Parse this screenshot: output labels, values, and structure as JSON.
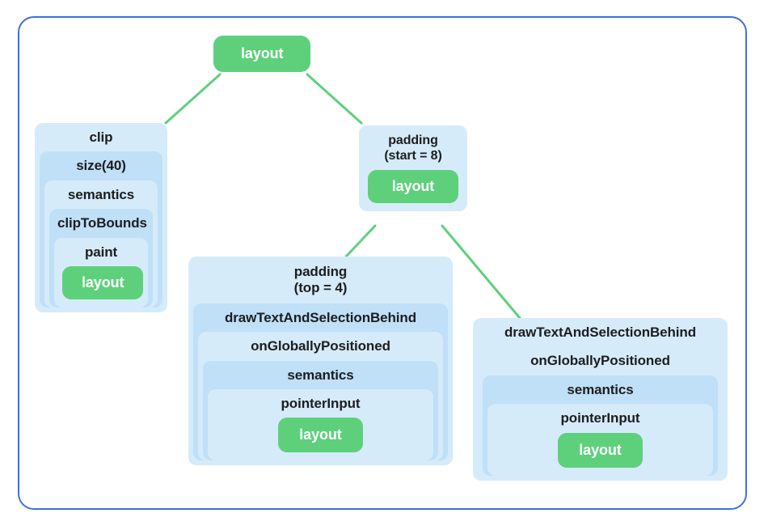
{
  "diagram": {
    "type": "modifier-chain-tree",
    "frame_color": "#3f6fe0",
    "chip_color": "#5ed07c",
    "box_color_light": "#d5ebfa",
    "box_color_dark": "#bfe0f7",
    "edge_color": "#5ed07c",
    "root": {
      "label": "layout"
    },
    "nodes": {
      "clip_stack": {
        "levels": [
          {
            "label": "clip"
          },
          {
            "label": "size(40)"
          },
          {
            "label": "semantics"
          },
          {
            "label": "clipToBounds"
          },
          {
            "label": "paint"
          }
        ],
        "leaf": "layout"
      },
      "padding_start": {
        "label_line1": "padding",
        "label_line2": "(start = 8)",
        "leaf": "layout"
      },
      "padding_top_stack": {
        "label_line1": "padding",
        "label_line2": "(top = 4)",
        "levels": [
          {
            "label": "drawTextAndSelectionBehind"
          },
          {
            "label": "onGloballyPositioned"
          },
          {
            "label": "semantics"
          },
          {
            "label": "pointerInput"
          }
        ],
        "leaf": "layout"
      },
      "draw_text_right_stack": {
        "levels": [
          {
            "label": "drawTextAndSelectionBehind"
          },
          {
            "label": "onGloballyPositioned"
          },
          {
            "label": "semantics"
          },
          {
            "label": "pointerInput"
          }
        ],
        "leaf": "layout"
      }
    }
  }
}
